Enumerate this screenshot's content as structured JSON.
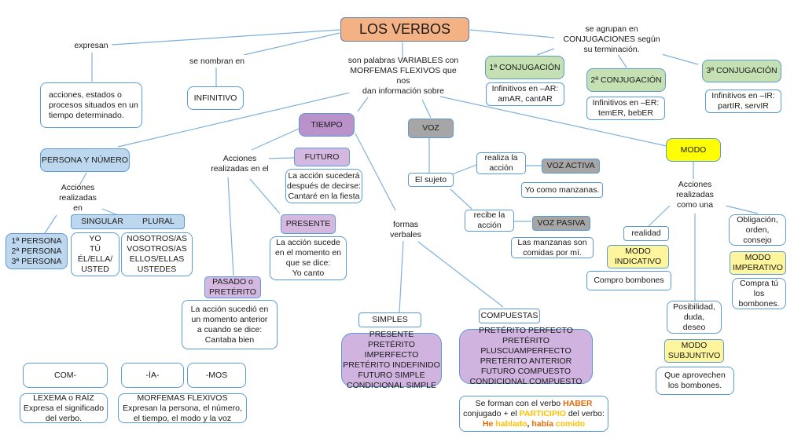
{
  "title": "LOS VERBOS",
  "labels": {
    "expresan": "expresan",
    "se_nombran": "se nombran en",
    "variables": "son palabras VARIABLES con\nMORFEMAS FLEXIVOS que nos\ndan información sobre",
    "se_agrupan": "se agrupan en\nCONJUGACIONES según\nsu terminación.",
    "acciones_persona": "Acciones\nrealizadas en",
    "acciones_tiempo": "Acciones\nrealizadas en el",
    "formas_verbales": "formas\nverbales",
    "acciones_modo": "Acciones realizadas\ncomo una"
  },
  "nodes": {
    "acciones_estados": "acciones, estados o\nprocesos situados en un\ntiempo determinado.",
    "infinitivo": "INFINITIVO",
    "conj1": "1ª CONJUGACIÓN",
    "conj1_desc": "Infinitivos en –AR:\namAR, cantAR",
    "conj2": "2ª CONJUGACIÓN",
    "conj2_desc": "Infinitivos en –ER:\ntemER, bebER",
    "conj3": "3ª CONJUGACIÓN",
    "conj3_desc": "Infinitivos en –IR:\npartIR, servIR",
    "persona_numero": "PERSONA Y NÚMERO",
    "singular": "SINGULAR",
    "plural": "PLURAL",
    "personas": "1ª PERSONA\n2ª PERSONA\n3ª PERSONA",
    "singular_list": "YO\nTÚ\nÉL/ELLA/\nUSTED",
    "plural_list": "NOSOTROS/AS\nVOSOTROS/AS\nELLOS/ELLAS\nUSTEDES",
    "tiempo": "TIEMPO",
    "futuro": "FUTURO",
    "futuro_desc": "La acción sucederá\ndespués de decirse:\nCantaré en la fiesta",
    "presente": "PRESENTE",
    "presente_desc": "La acción sucede\nen el momento en\nque se dice:\nYo canto",
    "pasado": "PASADO o\nPRETÉRITO",
    "pasado_desc": "La acción sucedió en\nun momento anterior\na cuando se dice:\nCantaba bien",
    "voz": "VOZ",
    "el_sujeto": "El sujeto",
    "realiza": "realiza la\nacción",
    "voz_activa": "VOZ ACTIVA",
    "voz_activa_ej": "Yo como manzanas.",
    "recibe": "recibe la\nacción",
    "voz_pasiva": "VOZ PASIVA",
    "voz_pasiva_ej": "Las manzanas son\ncomidas por mí.",
    "simples": "SIMPLES",
    "simples_list": "PRESENTE\nPRETÉRITO IMPERFECTO\nPRETÉRITO INDEFINIDO\nFUTURO SIMPLE\nCONDICIONAL SIMPLE",
    "compuestas": "COMPUESTAS",
    "compuestas_list": "PRETÉRITO PERFECTO\nPRETÉRITO PLUSCUAMPERFECTO\nPRETÉRITO ANTERIOR\nFUTURO COMPUESTO\nCONDICIONAL COMPUESTO",
    "modo": "MODO",
    "realidad": "realidad",
    "indicativo": "MODO\nINDICATIVO",
    "indicativo_ej": "Compro bombones",
    "posibilidad": "Posibilidad,\nduda,\ndeseo",
    "subjuntivo": "MODO\nSUBJUNTIVO",
    "subjuntivo_ej": "Que aprovechen\nlos bombones.",
    "obligacion": "Obligación,\norden,\nconsejo",
    "imperativo": "MODO\nIMPERATIVO",
    "imperativo_ej": "Compra tú\nlos\nbombones.",
    "com": "COM-",
    "ia": "-ÍA-",
    "mos": "-MOS",
    "lexema": "LEXEMA o RAÍZ\nExpresa el significado\ndel verbo.",
    "morfemas": "MORFEMAS FLEXIVOS\nExpresan la persona, el número,\nel tiempo, el modo y la voz"
  },
  "haber_note": {
    "p1": "Se forman con el verbo ",
    "haber": "HABER",
    "p2": "conjugado + el ",
    "participio": "PARTICIPIO",
    "p3": " del verbo:",
    "he": "He",
    "hablado": "hablado",
    "comma": ", ",
    "habia": "había",
    "comido": "comido"
  },
  "colors": {
    "title": "#f4b183",
    "conjugacion": "#c5e0b3",
    "tiempo": "#b892c9",
    "tiempo_sub": "#d5b8e0",
    "voz": "#a6a6a6",
    "modo": "#ffff00",
    "modo_sub": "#fff59d",
    "persona": "#bdd7ee",
    "border": "#5b9bd5",
    "connector": "#7fb0dc",
    "haber": "#e36c09",
    "participio": "#ffc000"
  }
}
